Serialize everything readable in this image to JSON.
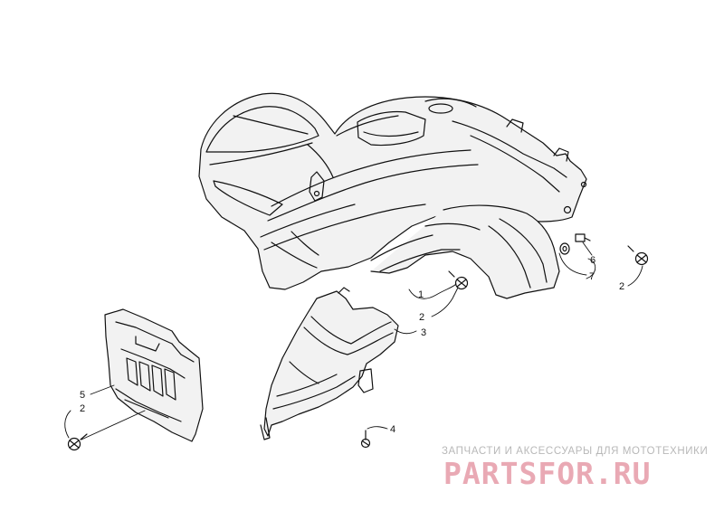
{
  "diagram": {
    "callouts": {
      "c1": "1",
      "c2a": "2",
      "c2b": "2",
      "c2c": "2",
      "c3": "3",
      "c4": "4",
      "c5": "5",
      "c6": "6",
      "c7": "7"
    }
  },
  "watermark": {
    "tagline": "ЗАПЧАСТИ И АКСЕССУАРЫ ДЛЯ МОТОТЕХНИКИ",
    "logo_text": "PARTSFOR.RU"
  },
  "colors": {
    "line": "#111111",
    "panel_fill": "#f2f2f2",
    "watermark_logo": "#e9a9b4",
    "watermark_text": "#b8b8b8"
  }
}
